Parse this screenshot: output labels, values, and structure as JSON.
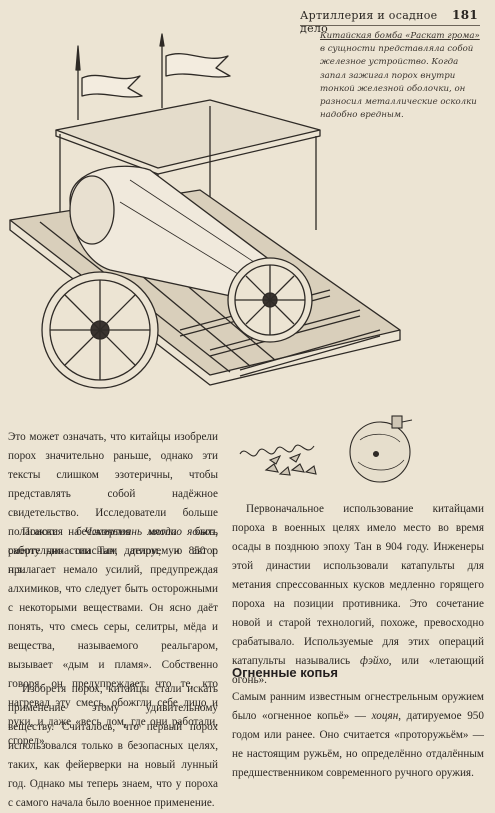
{
  "header": {
    "title": "Артиллерия и осадное дело",
    "page_number": "181"
  },
  "caption": {
    "lead": "Китайская бомба «Раскат грома»",
    "rest": " в сущности представляла собой железное устройство. Когда запал зажигал порох внутри тонкой железной оболочки, он разносил металлические осколки надобно вредным."
  },
  "text": {
    "p1_start": "Это может означать, что китайцы изобрели порох значительно раньше, однако эти тексты слишком эзотеричны, чтобы представлять собой надёжное свидетельство. Исследователи больше полагаются на ",
    "p1_italic": "Чжэньюань мяодао яолюэ",
    "p1_end": ", работу династии Тан, датируемую 850 г. н.э.",
    "p2": "Поиски бессмертия могли быть смертельно опасным делом, и автор прилагает немало усилий, предупреждая алхимиков, что следует быть осторожными с некоторыми веществами. Он ясно даёт понять, что смесь серы, селитры, мёда и вещества, называемого реальгаром, вызывает «дым и пламя». Собственно говоря, он предупреждает, что те, кто нагревал эту смесь, обожгли себе лицо и руки, и даже «весь дом, где они работали, сгорел».",
    "p3": "Изобретя порох, китайцы стали искать применение этому удивительному веществу. Считалось, что первый порох использовался только в безопасных целях, таких, как фейерверки на новый лунный год. Однако мы теперь знаем, что у пороха с самого начала было военное применение.",
    "p4_start": "Первоначальное использование китайцами пороха в военных целях имело место во время осады в позднюю эпоху Тан в 904 году. Инженеры этой династии использовали катапульты для метания спрессованных кусков медленно горящего пороха на позиции противника. Это сочетание новой и старой технологий, похоже, превосходно срабатывало. Используемые для этих операций катапульты назывались ",
    "p4_italic": "фэйхо",
    "p4_end": ", или «летающий огонь».",
    "subhead": "Огненные копья",
    "p5_start": "Самым ранним известным огнестрельным оружием было «огненное копьё» — ",
    "p5_italic": "хоцян",
    "p5_end": ", датируемое 950 годом или ранее. Оно считается «проторужьём» — не настоящим ружьём, но определённо отдалённым предшественником современного ручного оружия."
  }
}
